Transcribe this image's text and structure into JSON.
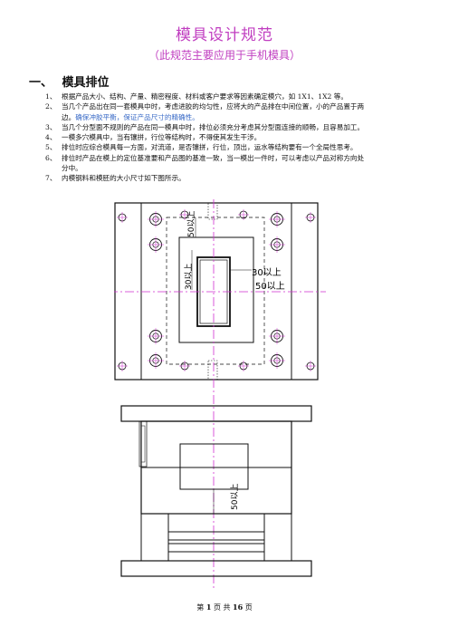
{
  "title": "模具设计规范",
  "subtitle": "（此规范主要应用于手机模具）",
  "section": {
    "number": "一、",
    "title": "模具排位"
  },
  "items": [
    {
      "n": "1、",
      "text": "根据产品大小、结构、产量、精密程度、材料或客户要求等因素确定模穴，如 1X1、1X2 等。"
    },
    {
      "n": "2、",
      "text": "当几个产品出在同一套模具中时，考虑进胶的均匀性，应将大的产品排在中间位置，小的产品置于两",
      "cont": "边。",
      "cont_blue": "确保冲胶平衡，保证产品尺寸的精确性。"
    },
    {
      "n": "3、",
      "text": "当几个分型面不规则的产品在同一模具中时，排位必须充分考虑其分型面连接的顺畅，且容易加工。"
    },
    {
      "n": "4、",
      "text": "一模多穴模具中，当有镶拼，行位等结构时，不得使其发生干涉。"
    },
    {
      "n": "5、",
      "text": "排位时应综合模具每一方面，对流道，是否镶拼，行位，顶出，运水等结构要有一个全局性思考。"
    },
    {
      "n": "6、",
      "text": "排位时产品在模上的定位基准要和产品图的基准一致，当一模出一件时，可以考虑以产品对称方向处",
      "cont": "分中。"
    },
    {
      "n": "7、",
      "text": "内模钢料和模胚的大小尺寸如下图所示。"
    }
  ],
  "drawing": {
    "dim_top": "50以上",
    "dim_left": "30以上",
    "dim_right_1": "30以上",
    "dim_right_2": "50以上",
    "dim_bottom_view": "50以上",
    "color_center": "#d02fd0"
  },
  "footer": {
    "pre": "第",
    "page": "1",
    "mid": "页 共",
    "total": "16",
    "post": "页"
  }
}
